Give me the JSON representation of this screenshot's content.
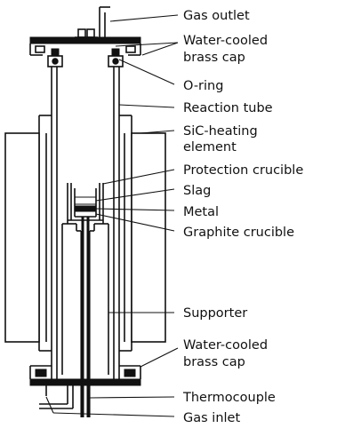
{
  "labels": {
    "gas_outlet": "Gas outlet",
    "water_cooled_top_1": "Water-cooled",
    "water_cooled_top_2": "brass cap",
    "o_ring": "O-ring",
    "reaction_tube": "Reaction tube",
    "sic_heating_1": "SiC-heating",
    "sic_heating_2": "element",
    "protection_crucible": "Protection crucible",
    "slag": "Slag",
    "metal": "Metal",
    "graphite_crucible": "Graphite crucible",
    "supporter": "Supporter",
    "water_cooled_bottom_1": "Water-cooled",
    "water_cooled_bottom_2": "brass cap",
    "thermocouple": "Thermocouple",
    "gas_inlet": "Gas inlet"
  }
}
